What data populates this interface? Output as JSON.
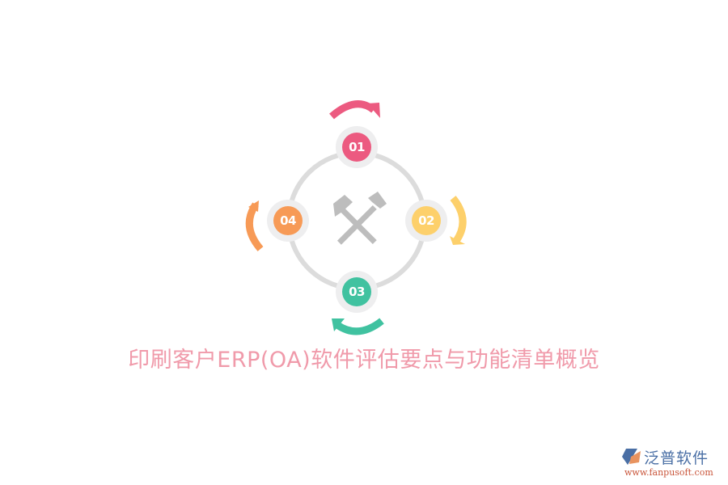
{
  "diagram": {
    "center_icon": "crossed-hammers-icon",
    "ring_color": "#dcdcdc",
    "steps": [
      {
        "label": "01",
        "color": "#ec5a80",
        "position": "top",
        "arrow": "clockwise-right"
      },
      {
        "label": "02",
        "color": "#fdd06b",
        "position": "right",
        "arrow": "clockwise-down"
      },
      {
        "label": "03",
        "color": "#40c2a0",
        "position": "bottom",
        "arrow": "clockwise-left"
      },
      {
        "label": "04",
        "color": "#f79a56",
        "position": "left",
        "arrow": "clockwise-up"
      }
    ]
  },
  "title": "印刷客户ERP(OA)软件评估要点与功能清单概览",
  "title_color": "#f09aaa",
  "logo": {
    "name": "泛普软件",
    "url": "www.fanpusoft.com"
  }
}
